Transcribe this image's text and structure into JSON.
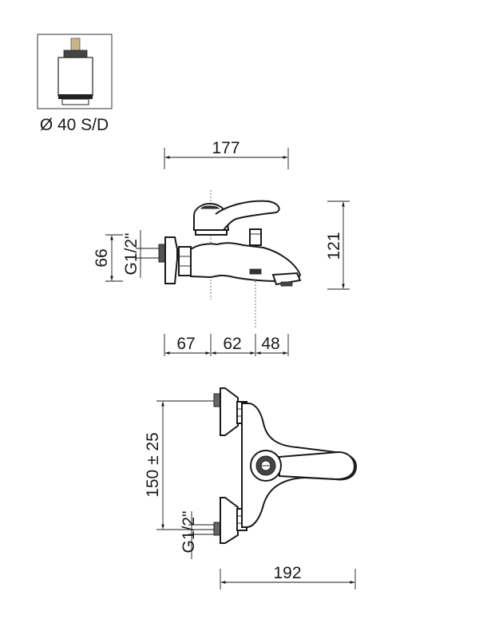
{
  "cartridge": {
    "label": "Ø 40 S/D"
  },
  "side_view": {
    "overall_width": "177",
    "height": "121",
    "inlet_height": "66",
    "thread": "G1/2\"",
    "offset_wall": "67",
    "offset_body": "62",
    "offset_spout": "48"
  },
  "top_view": {
    "inlet_spacing": "150 ± 25",
    "thread": "G1/2\"",
    "depth": "192"
  },
  "colors": {
    "line": "#1a1a1a",
    "stem": "#c9b48a",
    "dark": "#333333"
  }
}
